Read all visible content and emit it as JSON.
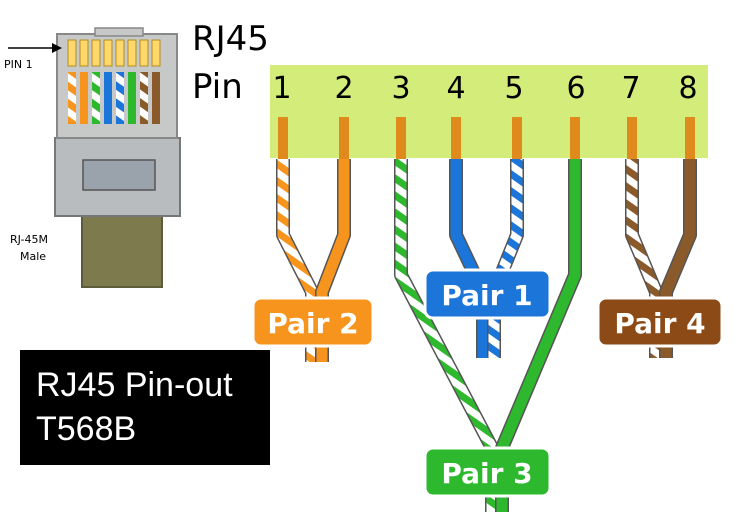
{
  "header": {
    "title": "RJ45",
    "pin_word": "Pin"
  },
  "pins": [
    "1",
    "2",
    "3",
    "4",
    "5",
    "6",
    "7",
    "8"
  ],
  "connector": {
    "pin1_label": "PIN 1",
    "model_line1": "RJ-45M",
    "model_line2": "Male"
  },
  "pairs": [
    {
      "label": "Pair 2",
      "color": "#f7941d"
    },
    {
      "label": "Pair 1",
      "color": "#1c75d8"
    },
    {
      "label": "Pair 4",
      "color": "#8b4a16"
    },
    {
      "label": "Pair 3",
      "color": "#2db82d"
    }
  ],
  "wire_colors": {
    "orange": "#f7941d",
    "blue": "#1c75d8",
    "green": "#2db82d",
    "brown": "#8b5a2b",
    "copper": "#e08a1e",
    "pin_bar": "#d4ec7a"
  },
  "caption": {
    "line1": "RJ45 Pin-out",
    "line2": "T568B"
  }
}
